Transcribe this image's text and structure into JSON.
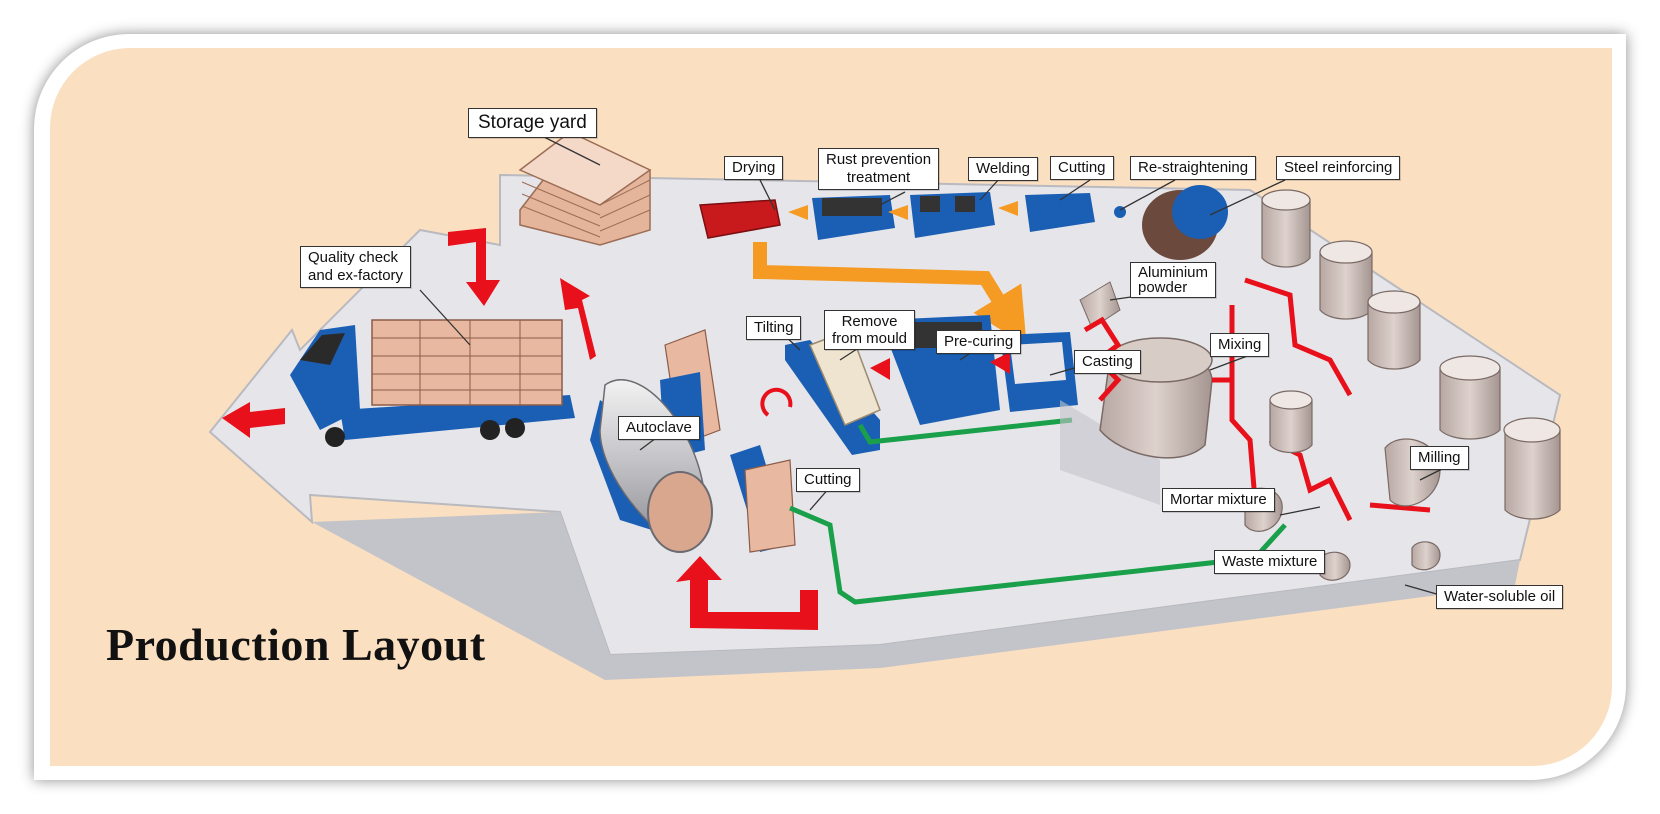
{
  "title": "Production Layout",
  "labels": {
    "storage_yard": "Storage yard",
    "quality_check_line1": "Quality check",
    "quality_check_line2": "and ex-factory",
    "drying": "Drying",
    "rust_prevention_line1": "Rust prevention",
    "rust_prevention_line2": "treatment",
    "welding": "Welding",
    "cutting_top": "Cutting",
    "re_straightening": "Re-straightening",
    "steel_reinforcing": "Steel reinforcing",
    "aluminium_line1": "Aluminium",
    "aluminium_line2": "powder",
    "tilting": "Tilting",
    "remove_line1": "Remove",
    "remove_line2": "from mould",
    "pre_curing": "Pre-curing",
    "casting": "Casting",
    "mixing": "Mixing",
    "autoclave": "Autoclave",
    "cutting_bottom": "Cutting",
    "milling": "Milling",
    "mortar_mixture": "Mortar mixture",
    "waste_mixture": "Waste mixture",
    "water_soluble_oil": "Water-soluble oil"
  },
  "colors": {
    "background": "#fadfc1",
    "floor": "#e6e6ea",
    "machine_blue": "#1a5fb4",
    "flow_red": "#e8101a",
    "flow_orange": "#f59a23",
    "flow_green": "#1aa04a",
    "drying_red": "#c8191c",
    "silo": "#c9b9b3"
  }
}
